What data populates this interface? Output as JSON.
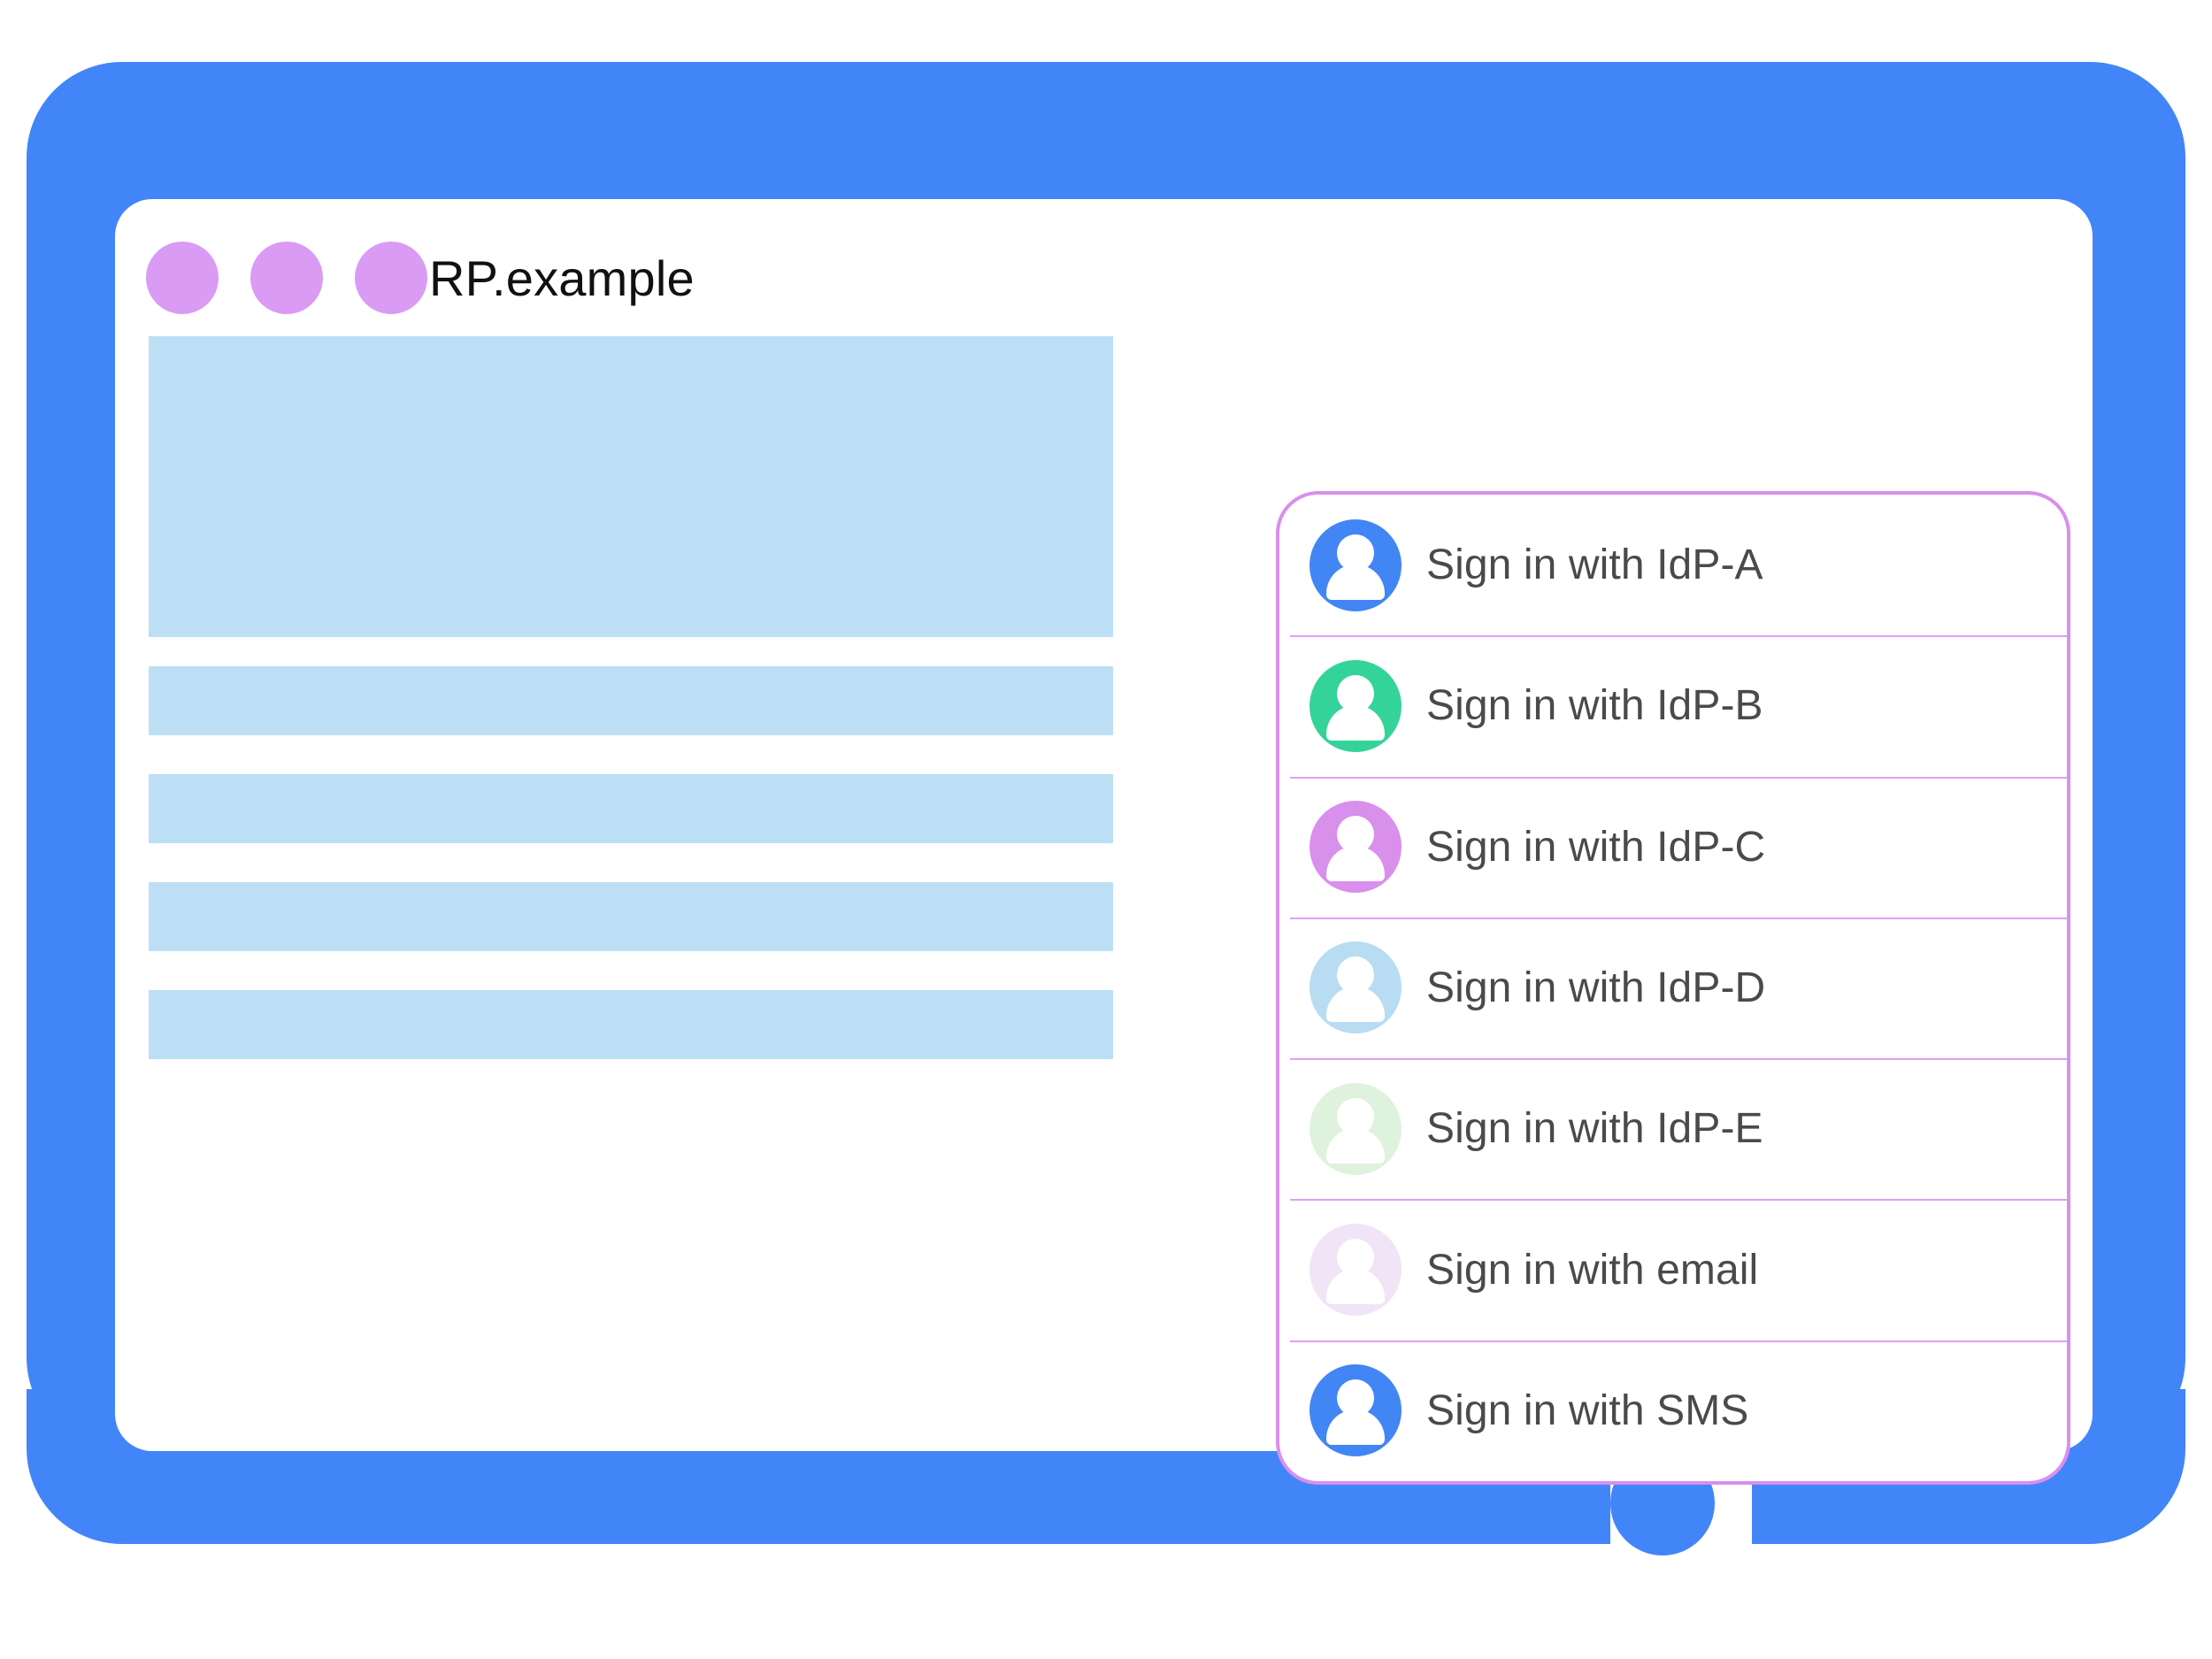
{
  "theme": {
    "bezel_color": "#4285f8",
    "lilac_dot_color": "#da9bf5",
    "placeholder_blue": "#bcdff5",
    "panel_border_color": "#d98fec",
    "label_text_color": "#4a4a4a"
  },
  "header": {
    "title": "RP.example",
    "dots": [
      "dot-1",
      "dot-2",
      "dot-3"
    ]
  },
  "content_placeholders": [
    {
      "name": "hero-block"
    },
    {
      "name": "text-bar-1"
    },
    {
      "name": "text-bar-2"
    },
    {
      "name": "text-bar-3"
    },
    {
      "name": "text-bar-4"
    }
  ],
  "signin_panel": {
    "options": [
      {
        "label": "Sign in with IdP-A",
        "avatar_color": "#4285f4"
      },
      {
        "label": "Sign in with IdP-B",
        "avatar_color": "#34d399"
      },
      {
        "label": "Sign in with IdP-C",
        "avatar_color": "#d98fec"
      },
      {
        "label": "Sign in with IdP-D",
        "avatar_color": "#b8dcf2"
      },
      {
        "label": "Sign in with IdP-E",
        "avatar_color": "#dff2de"
      },
      {
        "label": "Sign in with email",
        "avatar_color": "#f0e4f6"
      },
      {
        "label": "Sign in with SMS",
        "avatar_color": "#4285f4"
      }
    ]
  }
}
